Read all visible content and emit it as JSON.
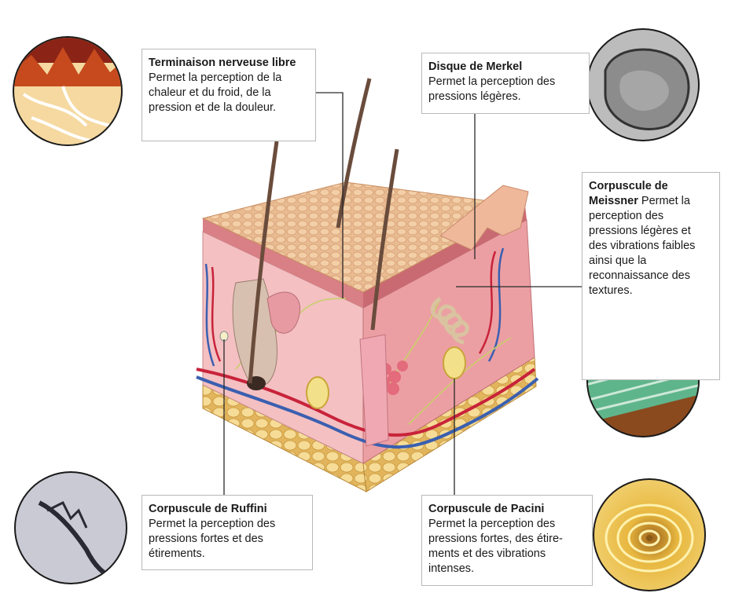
{
  "labels": {
    "terminaison": {
      "title": "Terminaison nerveuse libre",
      "desc": "Permet la perception de la chaleur et du froid, de la pression et de la douleur."
    },
    "merkel": {
      "title": "Disque de Merkel",
      "desc": "Permet la perception des pressions légères."
    },
    "meissner": {
      "title": "Corpuscule de Meissner",
      "desc": "Permet la perception des pressions légères et des vibrations faibles ainsi que la reconnaissance des textures."
    },
    "ruffini": {
      "title": "Corpuscule de Ruffini",
      "desc": "Permet la perception des pressions fortes et des étirements."
    },
    "pacini": {
      "title": "Corpuscule de Pacini",
      "desc": "Permet la perception des pressions fortes, des étire-ments et des vibrations intenses."
    }
  },
  "colors": {
    "leader_line": "#2a2a2a",
    "box_border": "#b9b9b9",
    "epidermis_top": "#e8b98f",
    "dermis": "#f2b6b8",
    "hypodermis_fat": "#f1d58e",
    "artery": "#c8233a",
    "vein": "#3a5fb0",
    "nerve": "#c9cf6a"
  },
  "icons": {
    "terminaison": "free-nerve-ending-micrograph",
    "merkel": "merkel-cell-micrograph",
    "meissner": "meissner-corpuscle-micrograph",
    "ruffini": "ruffini-corpuscle-micrograph",
    "pacini": "pacinian-corpuscle-micrograph"
  }
}
